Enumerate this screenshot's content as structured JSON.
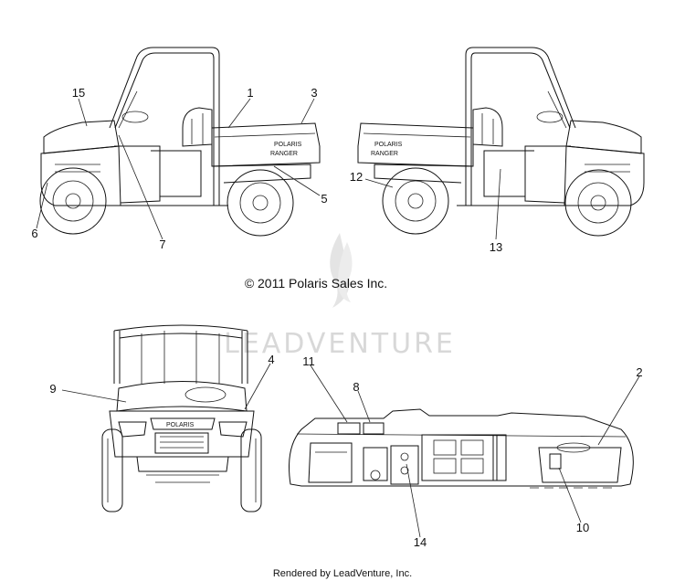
{
  "copyright": "© 2011 Polaris Sales Inc.",
  "footer": "Rendered by LeadVenture, Inc.",
  "watermark": "LEADVENTURE",
  "decal_text": {
    "brand": "POLARIS",
    "model": "RANGER"
  },
  "callouts": [
    {
      "id": "c1",
      "label": "1"
    },
    {
      "id": "c2",
      "label": "2"
    },
    {
      "id": "c3",
      "label": "3"
    },
    {
      "id": "c4",
      "label": "4"
    },
    {
      "id": "c5",
      "label": "5"
    },
    {
      "id": "c6",
      "label": "6"
    },
    {
      "id": "c7",
      "label": "7"
    },
    {
      "id": "c8",
      "label": "8"
    },
    {
      "id": "c9",
      "label": "9"
    },
    {
      "id": "c10",
      "label": "10"
    },
    {
      "id": "c11",
      "label": "11"
    },
    {
      "id": "c12",
      "label": "12"
    },
    {
      "id": "c13",
      "label": "13"
    },
    {
      "id": "c14",
      "label": "14"
    },
    {
      "id": "c15",
      "label": "15"
    }
  ]
}
